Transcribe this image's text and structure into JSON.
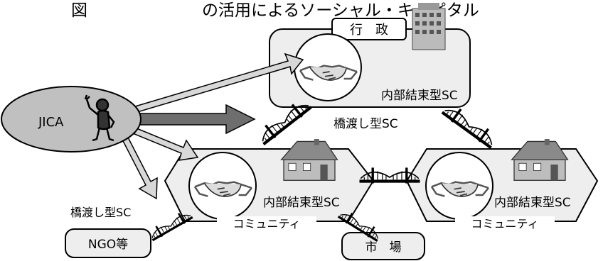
{
  "title": "図　　　　　　　の活用によるソーシャル・キャピタル",
  "nodes": {
    "gov": {
      "label": "行　政",
      "sc_label": "内部結束型SC"
    },
    "jica": {
      "label": "JICA"
    },
    "community_left": {
      "sc_label": "内部結束型SC",
      "bottom_label": "コミュニティ"
    },
    "community_right": {
      "sc_label": "内部結束型SC",
      "bottom_label": "コミュニティ"
    },
    "ngo": {
      "label": "NGO等"
    },
    "market": {
      "label": "市　場"
    }
  },
  "edges": {
    "bridging_top": "橋渡し型SC",
    "bridging_ngo": "橋渡し型SC"
  },
  "icons": [
    "handshake-icon",
    "building-icon",
    "house-icon",
    "person-icon",
    "bridge-icon"
  ],
  "colors": {
    "fill_light": "#eeeeee",
    "fill_jica": "#c0c0c0",
    "arrow_light": "#d8d8d8",
    "arrow_dark": "#6e6e6e",
    "stroke": "#000000"
  }
}
